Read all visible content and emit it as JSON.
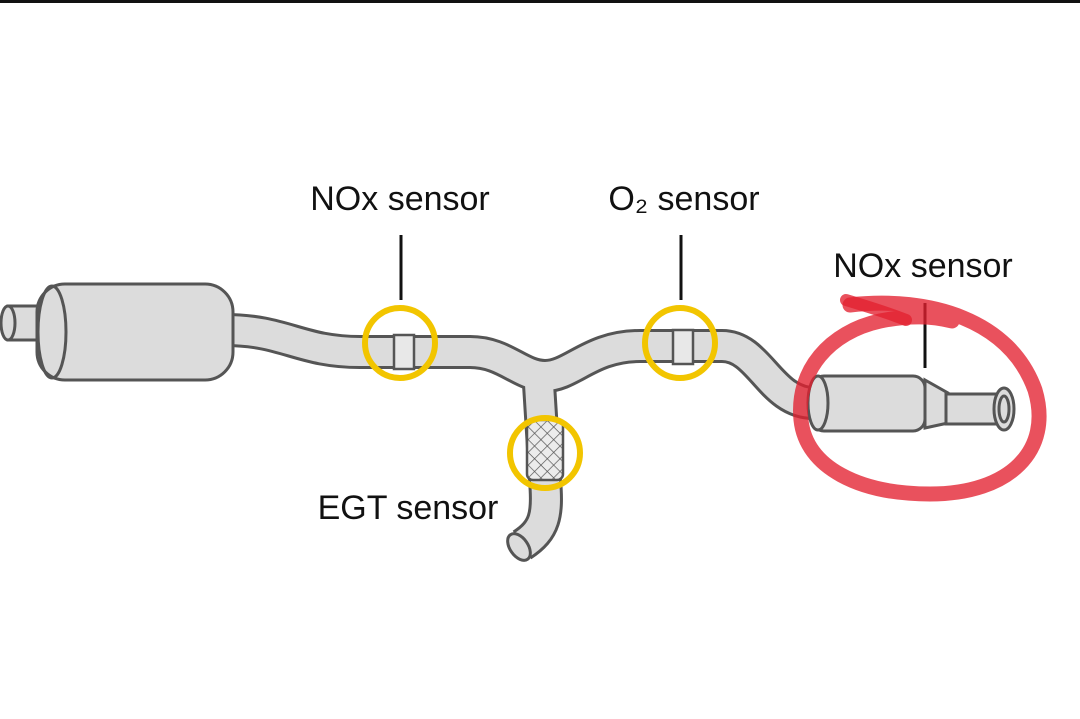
{
  "labels": {
    "nox_sensor_upstream": "NOx sensor",
    "o2_sensor": "O₂ sensor",
    "nox_sensor_downstream": "NOx sensor",
    "egt_sensor": "EGT sensor"
  },
  "colors": {
    "highlight_ring": "#f2c500",
    "annotation": "#e3202f",
    "pipe_fill": "#dcdcdc",
    "outline": "#555555",
    "background": "#ffffff"
  }
}
